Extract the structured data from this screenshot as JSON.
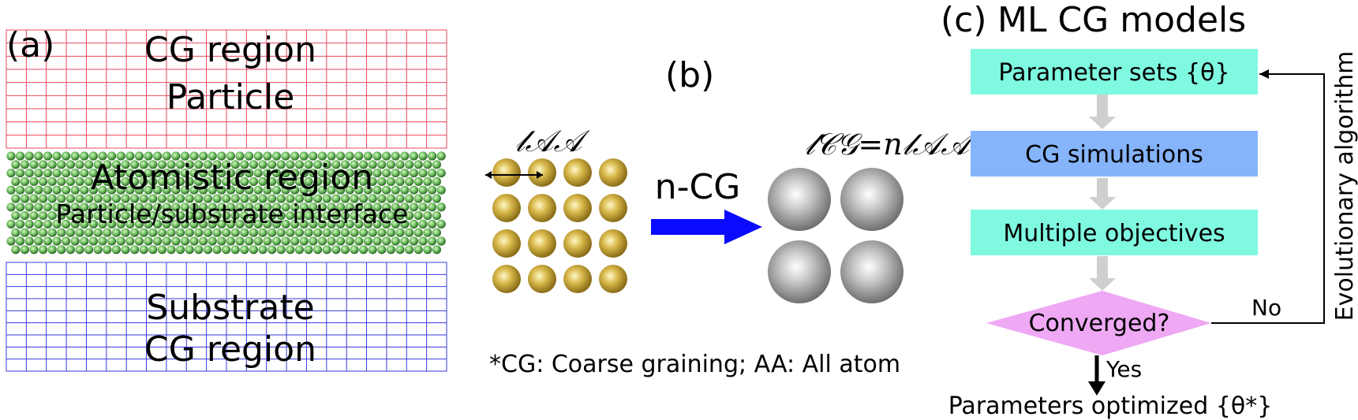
{
  "panel_a": {
    "tag": "(a)",
    "top_region": {
      "line1": "CG region",
      "line2": "Particle",
      "grid_color": "#e8485e"
    },
    "middle_region": {
      "line1": "Atomistic region",
      "line2": "Particle/substrate interface",
      "atom_color": "#6fbf5f"
    },
    "bottom_region": {
      "line1": "Substrate",
      "line2": "CG region",
      "grid_color": "#3a3ae0"
    }
  },
  "panel_b": {
    "tag": "(b)",
    "aa_label": "𝓁𝒜𝒜",
    "cg_label": "𝓁𝒞𝒢=n𝓁𝒜𝒜",
    "arrow_label": "n-CG",
    "arrow_color": "#0a0aff",
    "aa_atom_color": "#c9a43a",
    "cg_bead_color": "#9a9a9a",
    "footnote": "*CG: Coarse graining; AA: All atom"
  },
  "panel_c": {
    "tag": "(c)",
    "title": "ML CG models",
    "boxes": [
      {
        "label": "Parameter sets {θ}",
        "color": "#7ff9e0"
      },
      {
        "label": "CG simulations",
        "color": "#85b4fb"
      },
      {
        "label": "Multiple objectives",
        "color": "#7ff9e0"
      }
    ],
    "decision": {
      "label": "Converged?",
      "color": "#eea8f4"
    },
    "no_label": "No",
    "yes_label": "Yes",
    "loop_label": "Evolutionary algorithm",
    "output_label": "Parameters optimized {θ*}"
  }
}
